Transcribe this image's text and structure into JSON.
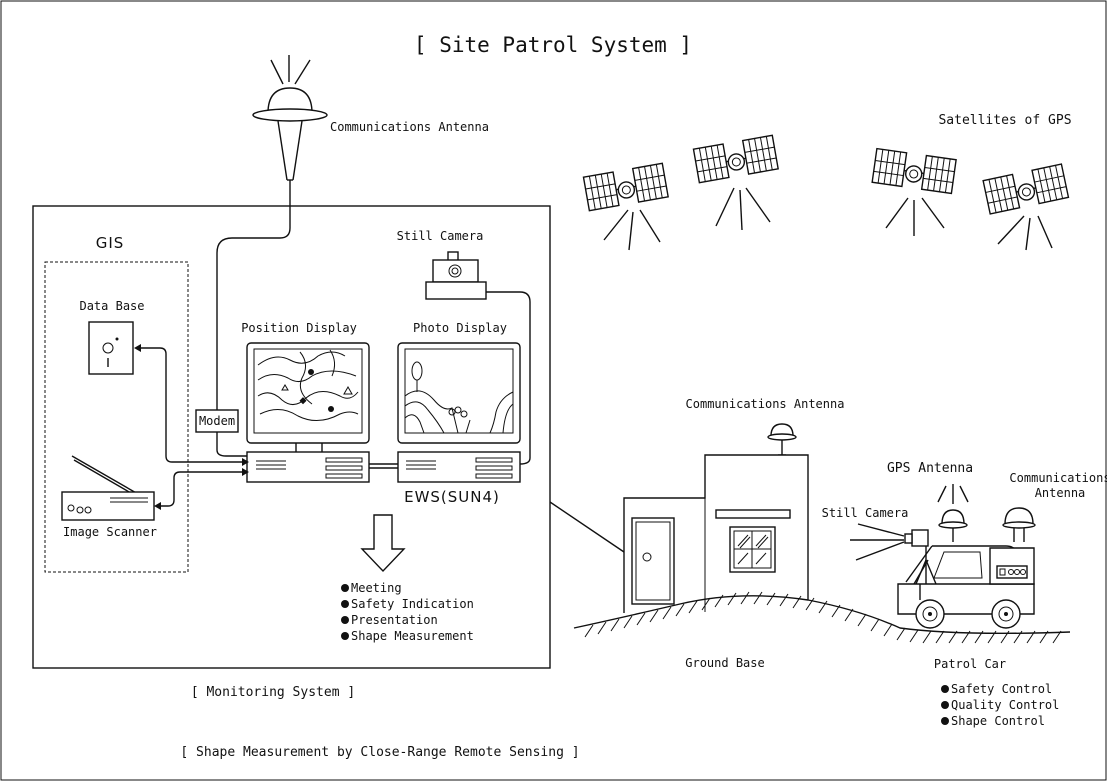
{
  "title": "[ Site Patrol System ]",
  "monitoring": {
    "title": "[ Monitoring System ]",
    "gis_label": "GIS",
    "database_label": "Data Base",
    "scanner_label": "Image Scanner",
    "modem_label": "Modem",
    "position_display_label": "Position Display",
    "photo_display_label": "Photo Display",
    "still_camera_label": "Still Camera",
    "ews_label": "EWS(SUN4)",
    "comm_antenna_label": "Communications Antenna",
    "uses": [
      "Meeting",
      "Safety Indication",
      "Presentation",
      "Shape Measurement"
    ]
  },
  "gps": {
    "satellites_label": "Satellites of GPS"
  },
  "ground_base": {
    "label": "Ground Base",
    "antenna_label": "Communications Antenna"
  },
  "patrol_car": {
    "label": "Patrol Car",
    "gps_antenna_label": "GPS Antenna",
    "comm_antenna_label_1": "Communications",
    "comm_antenna_label_2": "Antenna",
    "still_camera_label": "Still Camera",
    "controls": [
      "Safety Control",
      "Quality Control",
      "Shape Control"
    ]
  },
  "footer": "[ Shape Measurement by Close-Range Remote Sensing ]"
}
